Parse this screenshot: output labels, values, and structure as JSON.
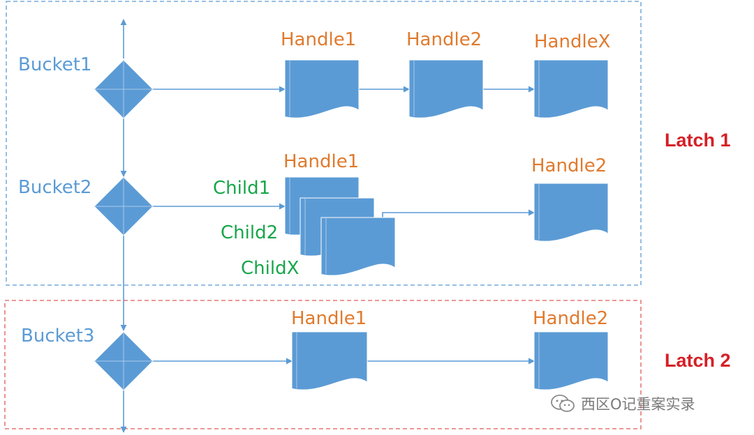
{
  "buckets": {
    "b1": "Bucket1",
    "b2": "Bucket2",
    "b3": "Bucket3"
  },
  "handles": {
    "r1_h1": "Handle1",
    "r1_h2": "Handle2",
    "r1_hx": "HandleX",
    "r2_h1": "Handle1",
    "r2_h2": "Handle2",
    "r3_h1": "Handle1",
    "r3_h2": "Handle2"
  },
  "children": {
    "c1": "Child1",
    "c2": "Child2",
    "cx": "ChildX"
  },
  "latches": {
    "l1": "Latch 1",
    "l2": "Latch 2"
  },
  "watermark": {
    "text": "西区O记重案实录",
    "icon": "wechat-icon"
  },
  "colors": {
    "shape_fill": "#5b9bd5",
    "line": "#5b9bd5",
    "bucket_text": "#5b9bd5",
    "handle_text": "#e07a2e",
    "child_text": "#18a64a",
    "latch_text": "#d61f26",
    "latch1_border": "#5b9bd5",
    "latch2_border": "#e05a5a"
  }
}
